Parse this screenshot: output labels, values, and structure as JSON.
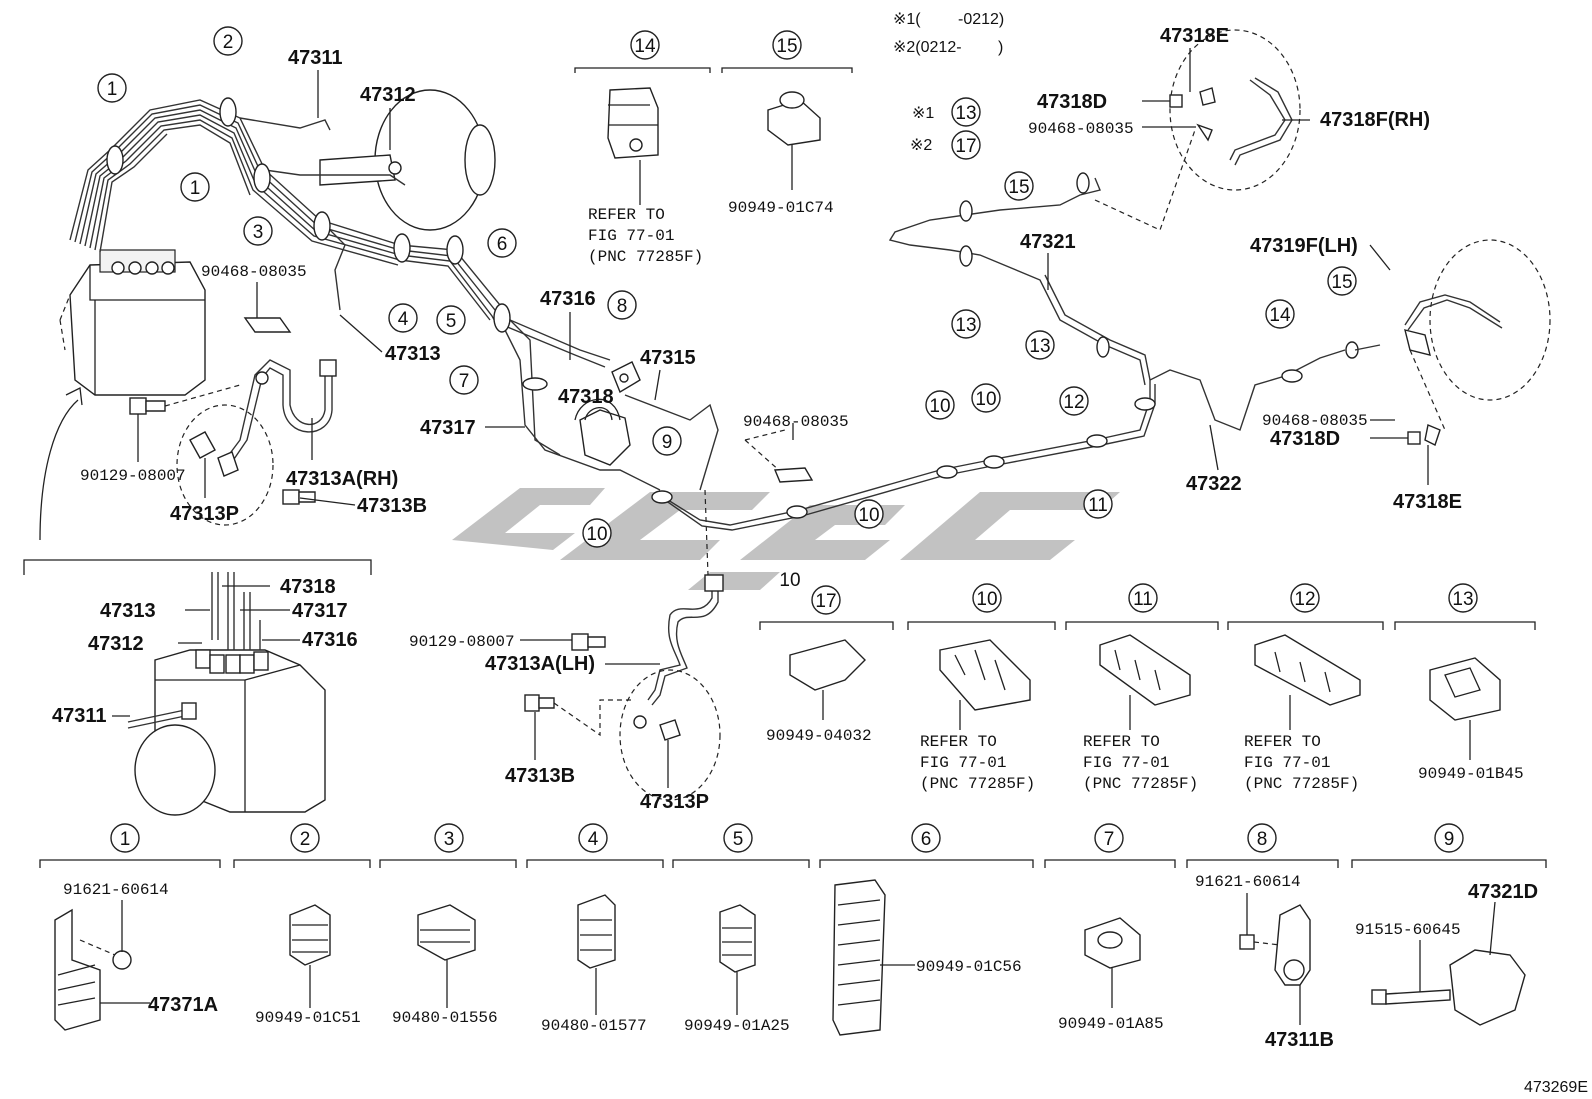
{
  "callout_numbers": [
    "1",
    "2",
    "3",
    "4",
    "5",
    "6",
    "7",
    "8",
    "9",
    "10",
    "11",
    "12",
    "13",
    "14",
    "15",
    "17"
  ],
  "notes": {
    "note1_mark": "※1(",
    "note1_range": "-0212)",
    "note2_mark": "※2(0212-",
    "note2_range": ")",
    "mark1": "※1",
    "mark2": "※2"
  },
  "main_labels": {
    "l47311": "47311",
    "l47312": "47312",
    "l47313": "47313",
    "l47316": "47316",
    "l47315": "47315",
    "l47317": "47317",
    "l47318": "47318",
    "l47313A_RH": "47313A(RH)",
    "l47313B": "47313B",
    "l47313P": "47313P",
    "l90129": "90129-08007",
    "l90468_a": "90468-08035",
    "l90468_b": "90468-08035",
    "l47321": "47321",
    "l47322": "47322",
    "l47318E": "47318E",
    "l47318D": "47318D",
    "l90468_c": "90468-08035",
    "l47318F": "47318F(RH)",
    "l47319F": "47319F(LH)",
    "l90468_d": "90468-08035",
    "l47318D_2": "47318D",
    "l47318E_2": "47318E",
    "l90129_2": "90129-08007",
    "l47313A_LH": "47313A(LH)",
    "l47313B_2": "47313B",
    "l47313P_2": "47313P",
    "l10_plain": "10"
  },
  "inset": {
    "l47318": "47318",
    "l47313": "47313",
    "l47317": "47317",
    "l47312": "47312",
    "l47316": "47316",
    "l47311": "47311"
  },
  "top_parts": {
    "p14_ref1": "REFER TO",
    "p14_ref2": "FIG 77-01",
    "p14_ref3": "(PNC 77285F)",
    "p15_pn": "90949-01C74"
  },
  "mid_parts": {
    "p17_pn": "90949-04032",
    "p10_ref1": "REFER TO",
    "p10_ref2": "FIG 77-01",
    "p10_ref3": "(PNC 77285F)",
    "p11_ref1": "REFER TO",
    "p11_ref2": "FIG 77-01",
    "p11_ref3": "(PNC 77285F)",
    "p12_ref1": "REFER TO",
    "p12_ref2": "FIG 77-01",
    "p12_ref3": "(PNC 77285F)",
    "p13_pn": "90949-01B45"
  },
  "bottom_parts": {
    "p1_bolt": "91621-60614",
    "p1_pn": "47371A",
    "p2_pn": "90949-01C51",
    "p3_pn": "90480-01556",
    "p4_pn": "90480-01577",
    "p5_pn": "90949-01A25",
    "p6_pn": "90949-01C56",
    "p7_pn": "90949-01A85",
    "p8_bolt": "91621-60614",
    "p8_pn": "47311B",
    "p9_bolt": "91515-60645",
    "p9_pn": "47321D"
  },
  "figure_id": "473269E"
}
